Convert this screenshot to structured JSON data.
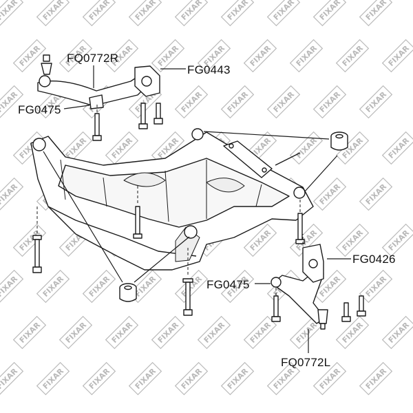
{
  "watermark": {
    "brand": "FIXAR"
  },
  "callouts": {
    "upper_arm": "FQ0772R",
    "upper_bushing": "FG0443",
    "upper_ball_joint": "FG0475",
    "lower_bushing": "FG0426",
    "lower_ball_joint": "FG0475",
    "lower_arm": "FQ0772L"
  },
  "colors": {
    "line": "#1a1a1a",
    "part_fill": "#ffffff",
    "watermark": "#b9b9b9"
  }
}
